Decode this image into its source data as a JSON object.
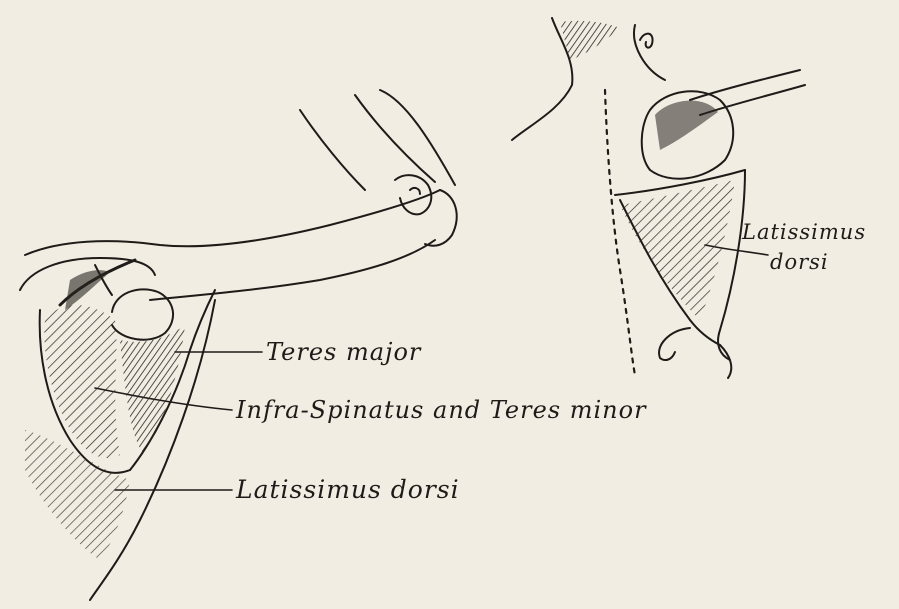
{
  "labels": {
    "teres_major": "Teres major",
    "infra_spinatus": "Infra-Spinatus and Teres minor",
    "latissimus_dorsi_left": "Latissimus dorsi",
    "latissimus_right_line1": "Latissimus",
    "latissimus_right_line2": "dorsi"
  },
  "colors": {
    "paper": "#f1ede3",
    "ink": "#1e1b18"
  }
}
